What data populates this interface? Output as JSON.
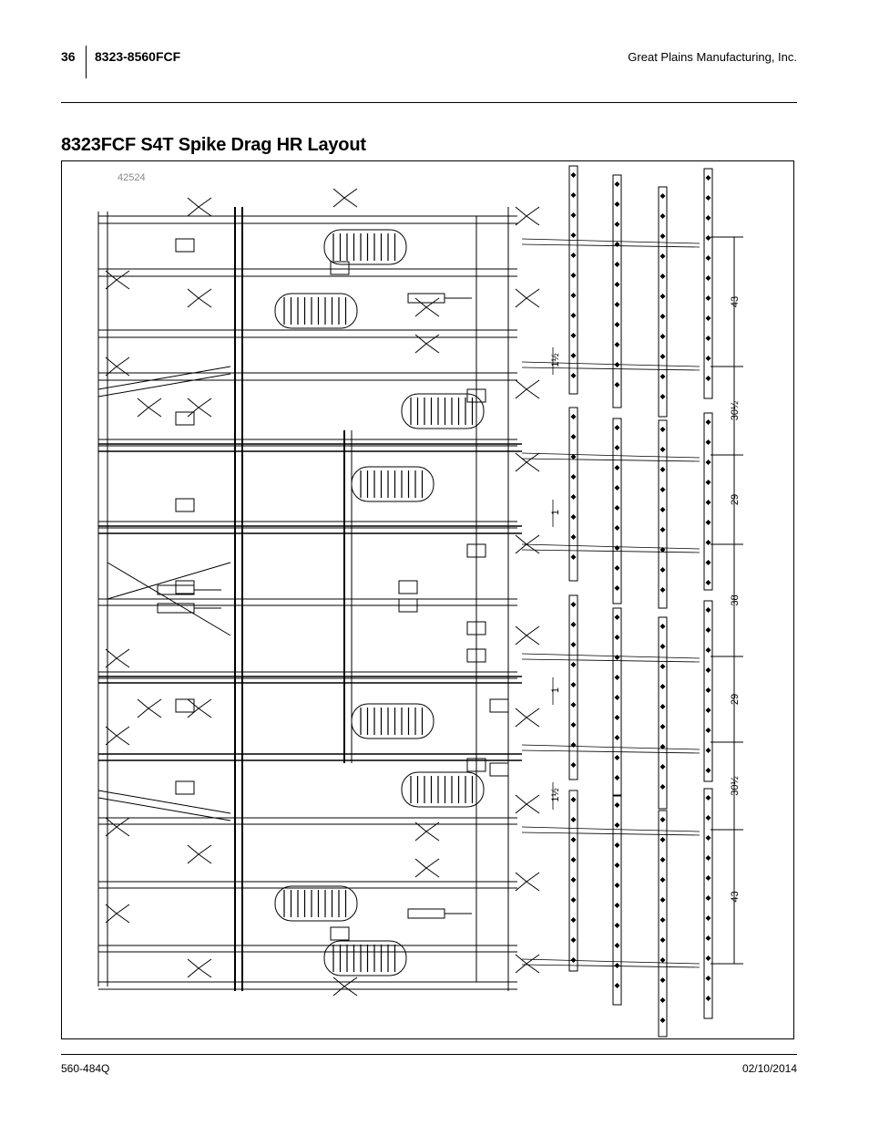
{
  "header": {
    "page_number": "36",
    "model": "8323-8560FCF",
    "company": "Great Plains Manufacturing, Inc."
  },
  "section_title": "8323FCF S4T Spike Drag HR Layout",
  "figure": {
    "figure_number": "42524",
    "dimensions": [
      "43",
      "30½",
      "29",
      "38",
      "29",
      "30½",
      "43"
    ],
    "offset_labels": [
      "1½",
      "1",
      "1",
      "1½"
    ]
  },
  "footer": {
    "doc_number": "560-484Q",
    "date": "02/10/2014"
  }
}
